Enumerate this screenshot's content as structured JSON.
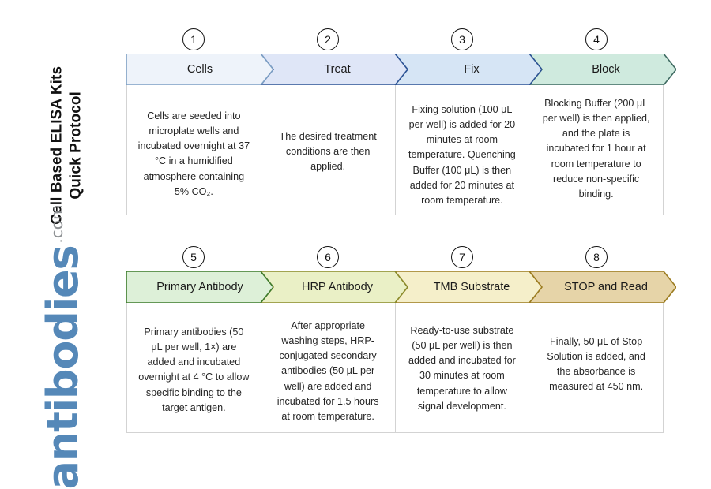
{
  "brand": {
    "logo_main": "antibodies",
    "logo_suffix": ".com"
  },
  "title": "Cell Based ELISA Kits\nQuick Protocol",
  "colors": {
    "step1_fill": "#eef3fa",
    "step1_stroke": "#7d9fc4",
    "step2_fill": "#dfe6f7",
    "step2_stroke": "#2f5596",
    "step3_fill": "#d6e5f5",
    "step3_stroke": "#2f5596",
    "step4_fill": "#cfeade",
    "step4_stroke": "#3f6b62",
    "step5_fill": "#ddf0d8",
    "step5_stroke": "#3d7a2b",
    "step6_fill": "#eaf0c6",
    "step6_stroke": "#8a8a2a",
    "step7_fill": "#f5efca",
    "step7_stroke": "#9b7b1f",
    "step8_fill": "#e6d4a8",
    "step8_stroke": "#9b7b1f",
    "panel_border": "#d3d3d3",
    "logo_blue": "#5588b8",
    "logo_gray": "#8e9194"
  },
  "rows": [
    {
      "id": "row-1",
      "steps": [
        {
          "number": "1",
          "label": "Cells",
          "body": "Cells are seeded into microplate wells and incubated overnight at 37 °C in a humidified atmosphere containing 5% CO₂.",
          "fill": "#eef3fa",
          "stroke": "#7d9fc4"
        },
        {
          "number": "2",
          "label": "Treat",
          "body": "The desired treatment conditions are then applied.",
          "fill": "#dfe6f7",
          "stroke": "#2f5596"
        },
        {
          "number": "3",
          "label": "Fix",
          "body": "Fixing solution (100 μL per well) is added for 20 minutes at room temperature. Quenching Buffer (100 μL) is then added for 20 minutes at room temperature.",
          "fill": "#d6e5f5",
          "stroke": "#2f5596"
        },
        {
          "number": "4",
          "label": "Block",
          "body": "Blocking Buffer (200 μL per well) is then applied, and the plate is incubated for 1 hour at room temperature to reduce non-specific binding.",
          "fill": "#cfeade",
          "stroke": "#3f6b62"
        }
      ]
    },
    {
      "id": "row-2",
      "steps": [
        {
          "number": "5",
          "label": "Primary Antibody",
          "body": "Primary antibodies (50 μL per well, 1×) are added and incubated overnight at 4 °C to allow specific binding to the target antigen.",
          "fill": "#ddf0d8",
          "stroke": "#3d7a2b"
        },
        {
          "number": "6",
          "label": "HRP Antibody",
          "body": "After appropriate washing steps, HRP-conjugated secondary antibodies (50 μL per well) are added and incubated for 1.5 hours at room temperature.",
          "fill": "#eaf0c6",
          "stroke": "#8a8a2a"
        },
        {
          "number": "7",
          "label": "TMB Substrate",
          "body": "Ready-to-use substrate (50 μL per well) is then added and incubated for 30 minutes at room temperature to allow signal development.",
          "fill": "#f5efca",
          "stroke": "#9b7b1f"
        },
        {
          "number": "8",
          "label": "STOP and Read",
          "body": "Finally, 50 μL of Stop Solution is added, and the absorbance is measured at 450 nm.",
          "fill": "#e6d4a8",
          "stroke": "#9b7b1f"
        }
      ]
    }
  ]
}
